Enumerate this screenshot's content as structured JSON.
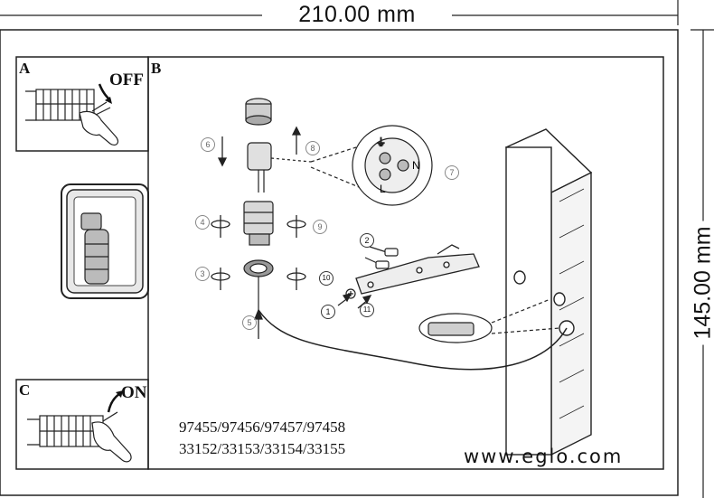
{
  "dimensions": {
    "width_label": "210.00 mm",
    "height_label": "145.00 mm"
  },
  "panels": {
    "a": {
      "letter": "A",
      "switch_label": "OFF"
    },
    "b": {
      "letter": "B"
    },
    "c": {
      "letter": "C",
      "switch_label": "ON"
    }
  },
  "steps": [
    "2",
    "3",
    "4",
    "5",
    "6",
    "7",
    "8",
    "9",
    "10",
    "1",
    "11"
  ],
  "terminal_marks": {
    "neutral": "N",
    "live": "L"
  },
  "product_codes": {
    "line1": "97455/97456/97457/97458",
    "line2": "33152/33153/33154/33155"
  },
  "website": "www.eglo.com",
  "icons": [
    "hand-icon",
    "arrow-icon",
    "earth-symbol-icon",
    "screw-icon",
    "wall-plug-icon"
  ]
}
